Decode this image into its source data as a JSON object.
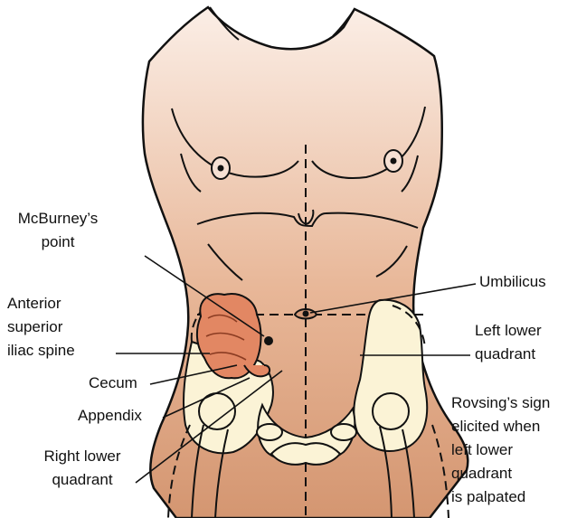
{
  "labels": {
    "mcburney": [
      "McBurney’s",
      "point"
    ],
    "asis": [
      "Anterior",
      "superior",
      "iliac spine"
    ],
    "cecum": "Cecum",
    "appendix": "Appendix",
    "rlq": [
      "Right lower",
      "quadrant"
    ],
    "umbilicus": "Umbilicus",
    "llq": [
      "Left lower",
      "quadrant"
    ],
    "rovsing": [
      "Rovsing’s sign",
      "elicited when",
      "left lower",
      "quadrant",
      "is palpated"
    ]
  },
  "colors": {
    "skin_top": "#fbeee6",
    "skin_bottom": "#d89a75",
    "bone": "#fbf3d6",
    "cecum": "#e28763",
    "line": "#111111"
  }
}
